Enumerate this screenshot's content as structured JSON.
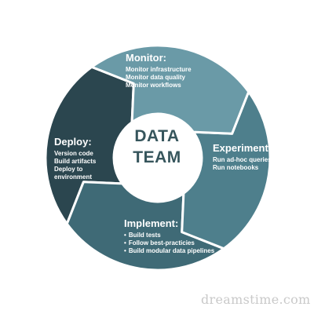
{
  "center": {
    "line1": "DATA",
    "line2": "TEAM"
  },
  "colors": {
    "monitor": "#6a9aa7",
    "experiment": "#4e7f8c",
    "implement": "#3f6a76",
    "deploy": "#2b464f",
    "center_text": "#36555c"
  },
  "segments": {
    "monitor": {
      "title": "Monitor:",
      "items": [
        "Monitor infrastructure",
        "Monitor data quality",
        "Monitor workflows"
      ]
    },
    "experiment": {
      "title": "Experiment:",
      "items": [
        "Run ad-hoc queries",
        "Run notebooks"
      ]
    },
    "implement": {
      "title": "Implement:",
      "items": [
        "Build tests",
        "Follow best-practicies",
        "Build modular data pipelines"
      ]
    },
    "deploy": {
      "title": "Deploy:",
      "items": [
        "Version code",
        "Build artifacts",
        "Deploy to",
        "environment"
      ]
    }
  },
  "watermark": "dreamstime.com"
}
